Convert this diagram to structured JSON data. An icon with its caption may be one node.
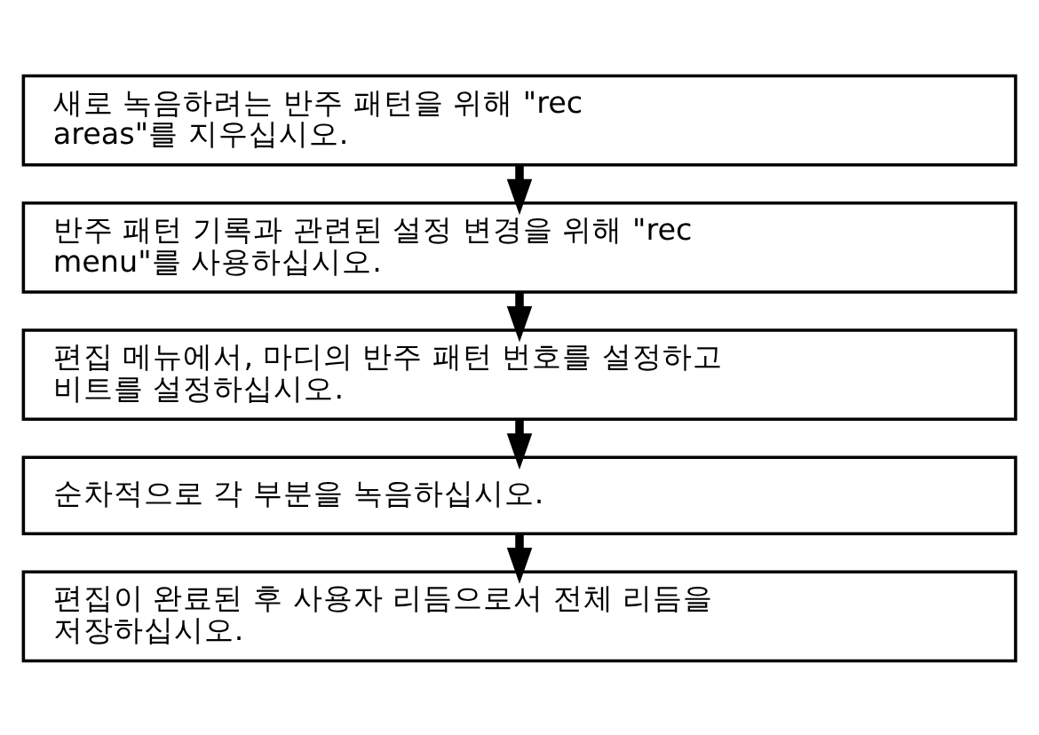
{
  "diagram": {
    "nodes": [
      {
        "text": [
          "새로 녹음하려는 반주 패턴을 위해 \"rec areas\"를 지우십시오."
        ]
      },
      {
        "text": [
          "반주 패턴 기록과 관련된 설정 변경을 위해 \"rec menu\"를 사용하십시오."
        ]
      },
      {
        "text": [
          "편집 메뉴에서, 마디의 반주 패턴 번호를 설정하고 비트를 설정하십시오."
        ]
      },
      {
        "text": [
          "순차적으로 각 부분을 녹음하십시오."
        ]
      },
      {
        "text": [
          "편집이 완료된 후 사용자 리듬으로서 전체 리듬을 저장하십시오."
        ]
      }
    ],
    "edges": [
      {
        "from": 0,
        "to": 1,
        "arrow": "to"
      },
      {
        "from": 1,
        "to": 2,
        "arrow": "to"
      },
      {
        "from": 2,
        "to": 3,
        "arrow": "to"
      },
      {
        "from": 3,
        "to": 4,
        "arrow": "to"
      }
    ]
  }
}
